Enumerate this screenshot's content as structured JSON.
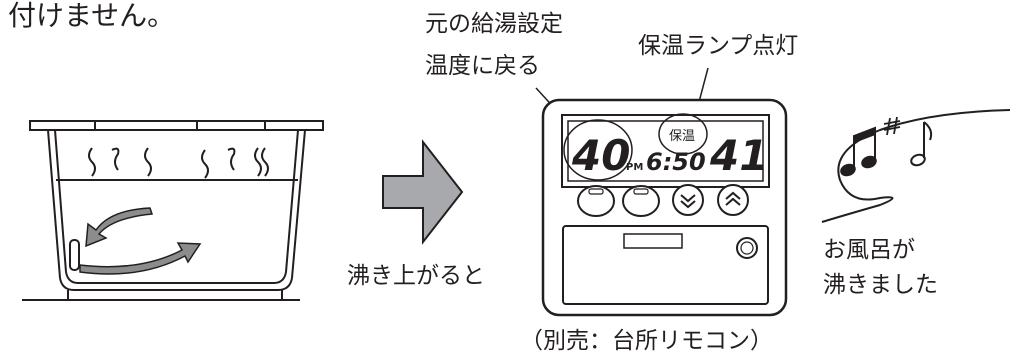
{
  "header_fragment": "付けません。",
  "labels": {
    "return_temp_line1": "元の給湯設定",
    "return_temp_line2": "温度に戻る",
    "keep_warm_lamp": "保温ランプ点灯",
    "when_boiled": "沸き上がると",
    "bath_ready_line1": "お風呂が",
    "bath_ready_line2": "沸きました",
    "remote_caption": "（別売：台所リモコン）"
  },
  "remote_display": {
    "set_temp": "40",
    "ampm": "PM",
    "clock": "6:50",
    "bath_temp": "41",
    "keep_warm_indicator": "保温"
  },
  "colors": {
    "line": "#231f20",
    "arrow_fill": "#a7a9ac",
    "curve_arrow_fill": "#8c8c8c"
  },
  "icons": [
    "bathtub-icon",
    "right-arrow-icon",
    "remote-controller-icon",
    "music-notes-icon"
  ]
}
